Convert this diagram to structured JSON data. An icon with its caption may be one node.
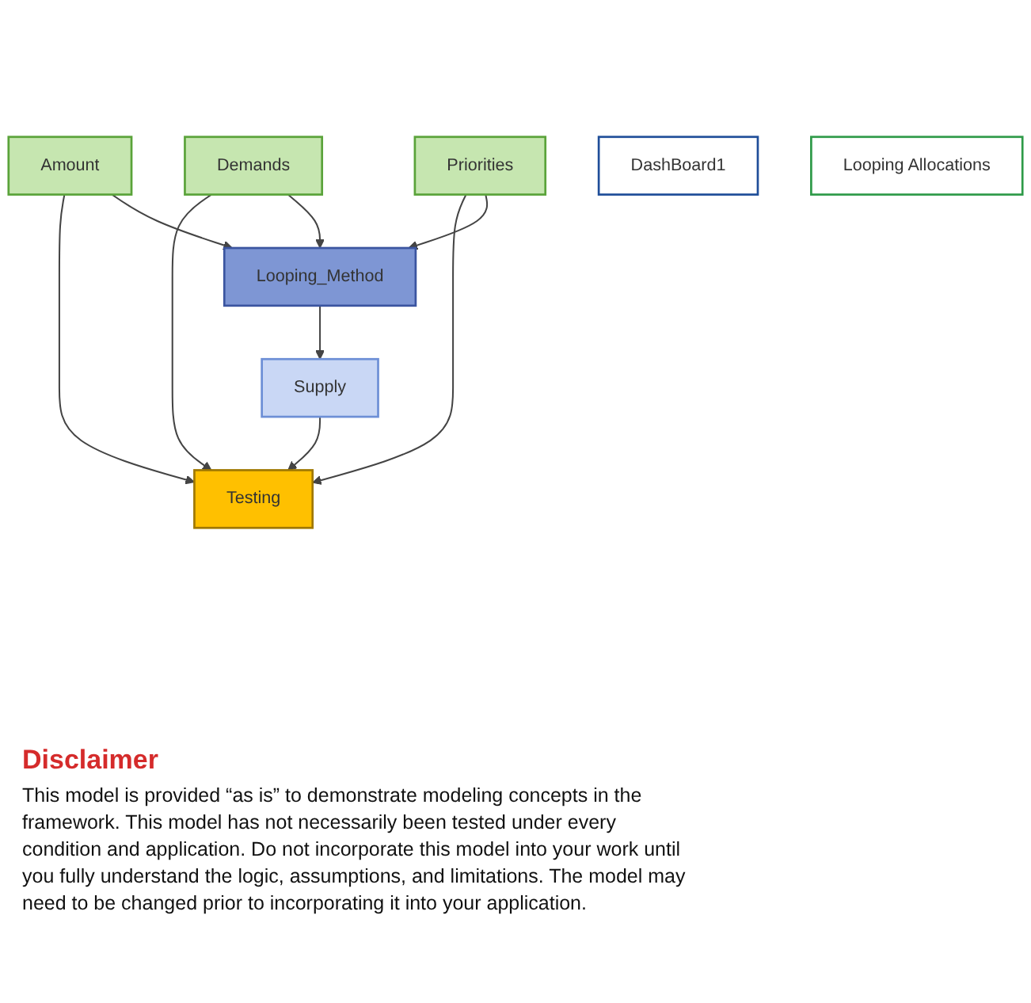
{
  "diagram": {
    "nodes": [
      {
        "text": [
          "Testing"
        ]
      },
      {
        "text": [
          "Amount"
        ]
      },
      {
        "text": [
          "Demands"
        ]
      },
      {
        "text": [
          "Priorities"
        ]
      },
      {
        "text": [
          "Looping_Method"
        ]
      },
      {
        "text": [
          "Supply"
        ]
      },
      {
        "text": [
          "DashBoard1"
        ]
      },
      {
        "text": [
          "Looping Allocations"
        ]
      }
    ],
    "edges": [
      {
        "from": 1,
        "to": 0,
        "arrow": "to"
      },
      {
        "from": 2,
        "to": 0,
        "arrow": "to"
      },
      {
        "from": 3,
        "to": 0,
        "arrow": "to"
      },
      {
        "from": 1,
        "to": 4,
        "arrow": "to"
      },
      {
        "from": 2,
        "to": 4,
        "arrow": "to"
      },
      {
        "from": 3,
        "to": 4,
        "arrow": "to"
      },
      {
        "from": 4,
        "to": 5,
        "arrow": "to"
      },
      {
        "from": 5,
        "to": 0,
        "arrow": "to"
      }
    ],
    "labels": [
      "Disclaimer",
      "This model is provided “as is” to demonstrate modeling concepts in the framework. This model has not necessarily been tested under every condition and application. Do not incorporate this model into your work until you fully understand the logic, assumptions, and limitations. The model may need to be changed prior to incorporating it into your application."
    ]
  }
}
